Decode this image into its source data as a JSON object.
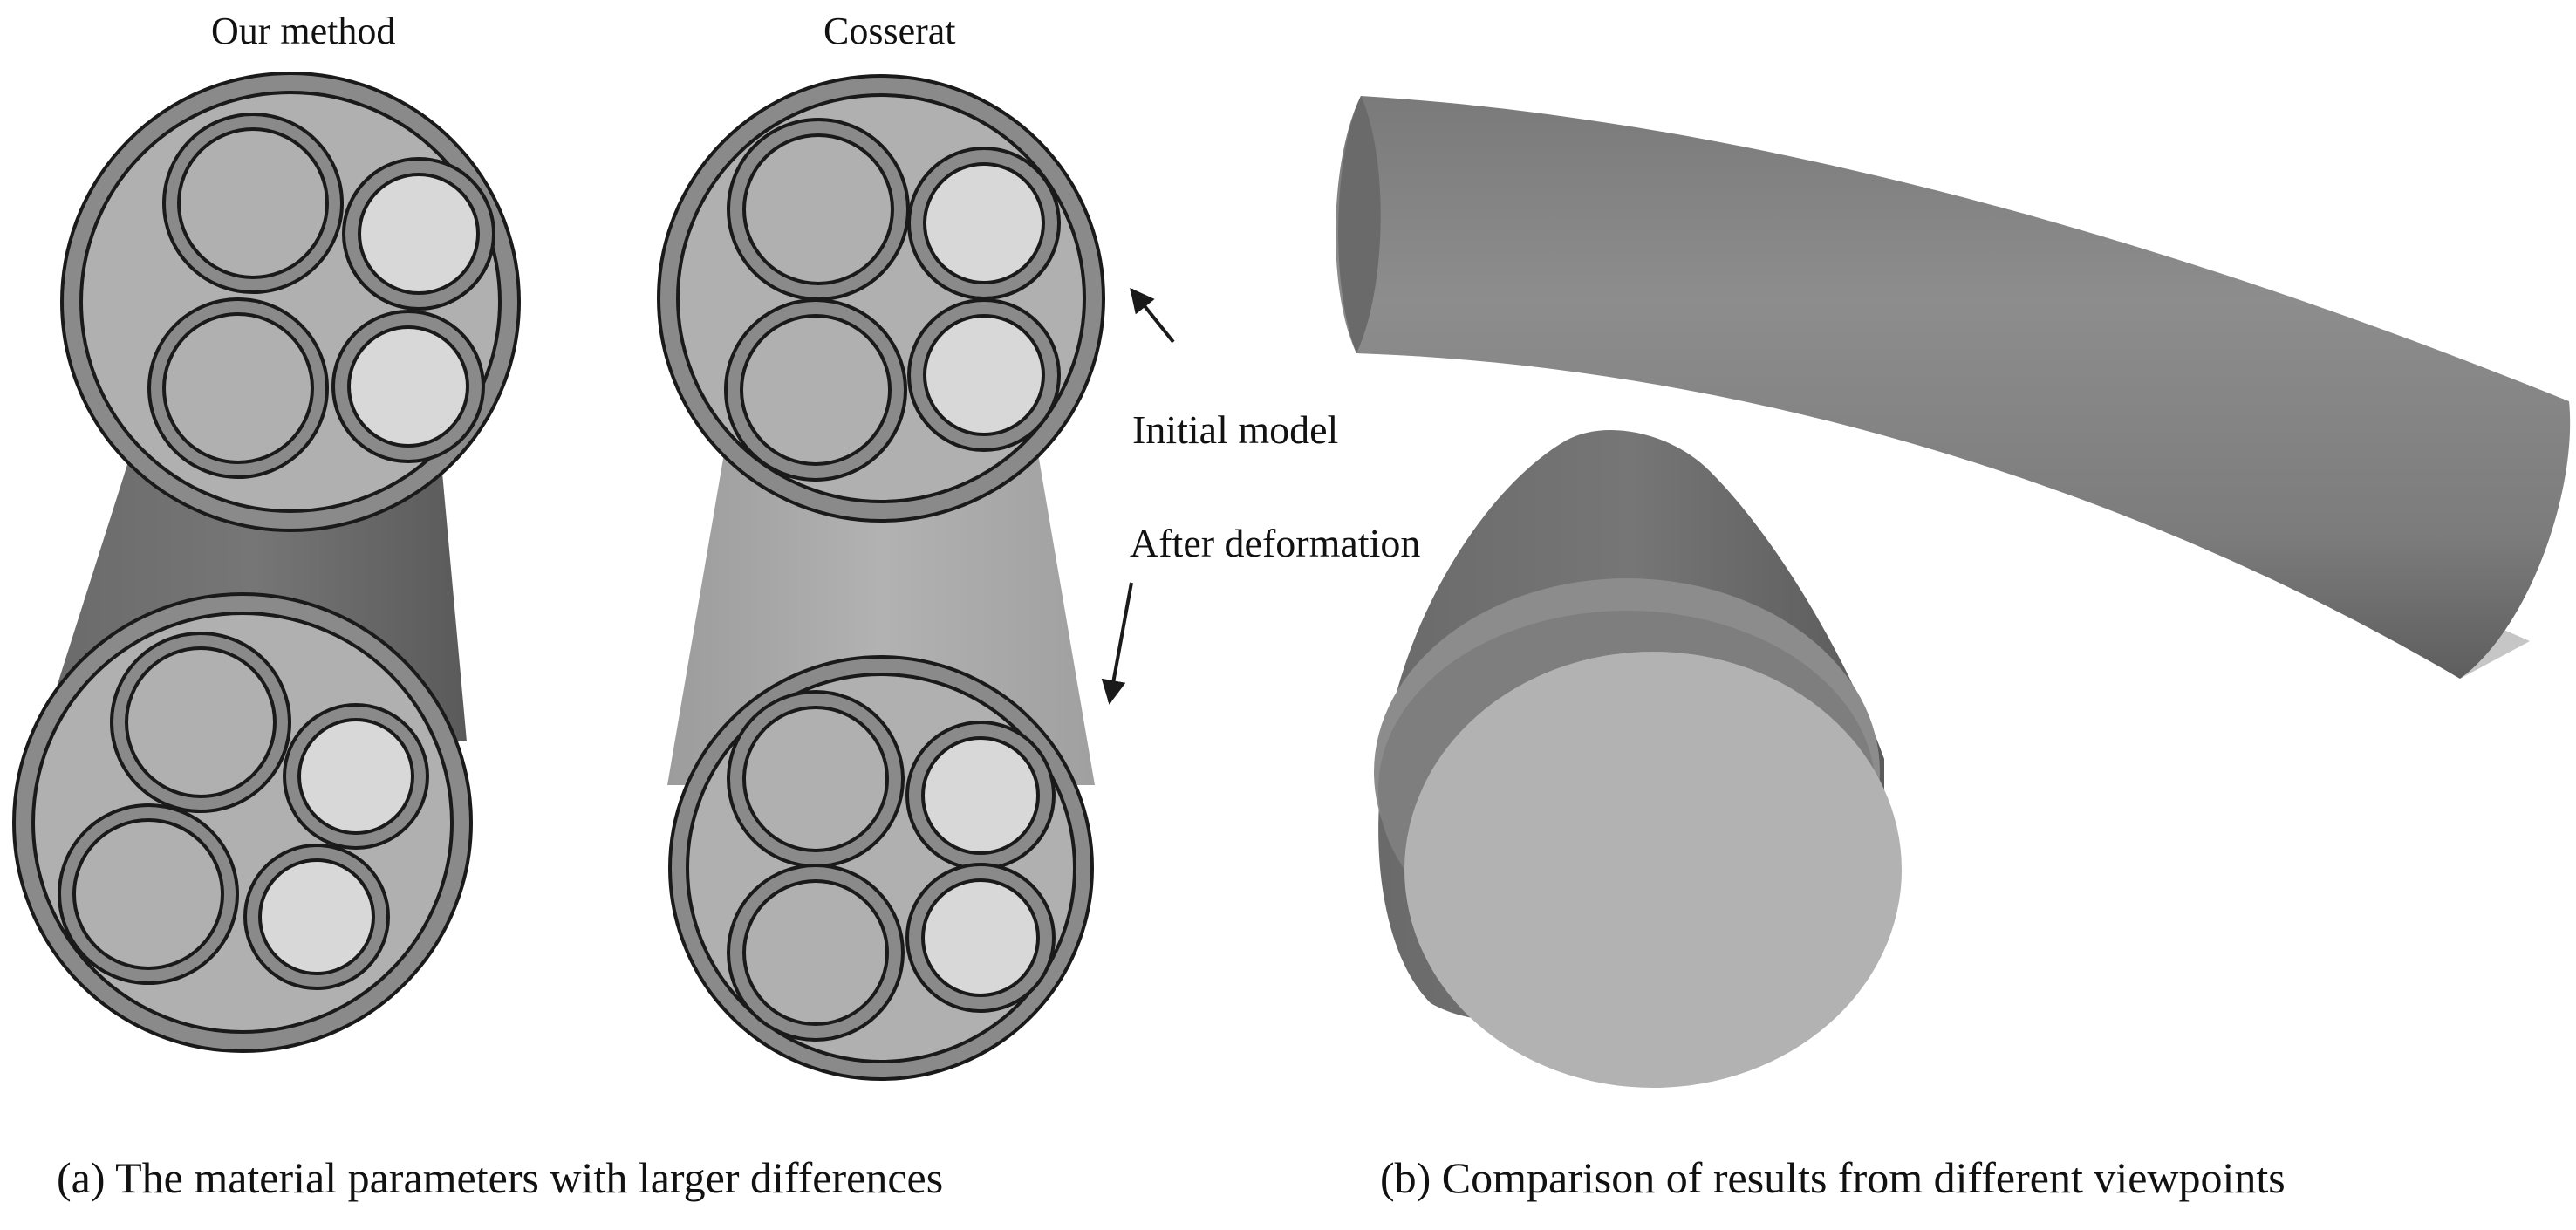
{
  "figure": {
    "panel_a": {
      "left_title": "Our method",
      "right_title": "Cosserat",
      "annotation_initial": "Initial model",
      "annotation_deformed": "After deformation",
      "caption": "(a) The material parameters with larger differences"
    },
    "panel_b": {
      "caption": "(b) Comparison of results from different viewpoints"
    }
  },
  "colors": {
    "outer_ring": "#888888",
    "inner_fill": "#b0b0b0",
    "light_strand": "#d8d8d8",
    "dark_tube": "#6e6e6e",
    "light_tube": "#a8a8a8",
    "outline": "#1a1a1a"
  }
}
